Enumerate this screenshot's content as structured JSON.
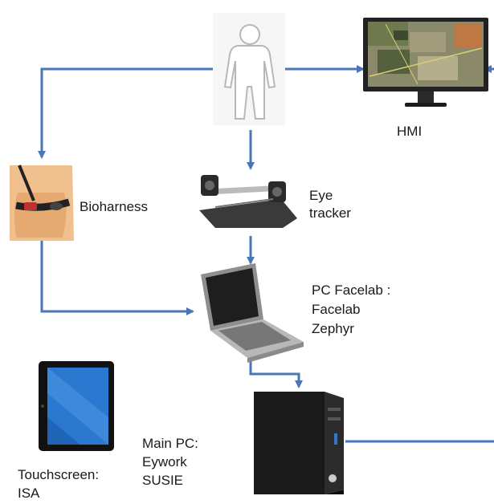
{
  "nodes": {
    "hmi": {
      "label": "HMI",
      "icon": "monitor-map-icon"
    },
    "bioharness": {
      "label": "Bioharness",
      "icon": "chest-strap-icon"
    },
    "eye_tracker": {
      "lines": [
        "Eye",
        "tracker"
      ],
      "icon": "eye-tracker-icon"
    },
    "pc_facelab": {
      "lines": [
        "PC Facelab :",
        "Facelab",
        "Zephyr"
      ],
      "icon": "laptop-icon"
    },
    "main_pc": {
      "lines": [
        "Main PC:",
        "Eywork",
        "SUSIE"
      ],
      "icon": "desktop-tower-icon"
    },
    "touchscreen": {
      "lines": [
        "Touchscreen:",
        "ISA"
      ],
      "icon": "tablet-icon"
    },
    "user": {
      "icon": "person-outline-icon"
    }
  },
  "colors": {
    "arrow": "#4a76b8"
  }
}
